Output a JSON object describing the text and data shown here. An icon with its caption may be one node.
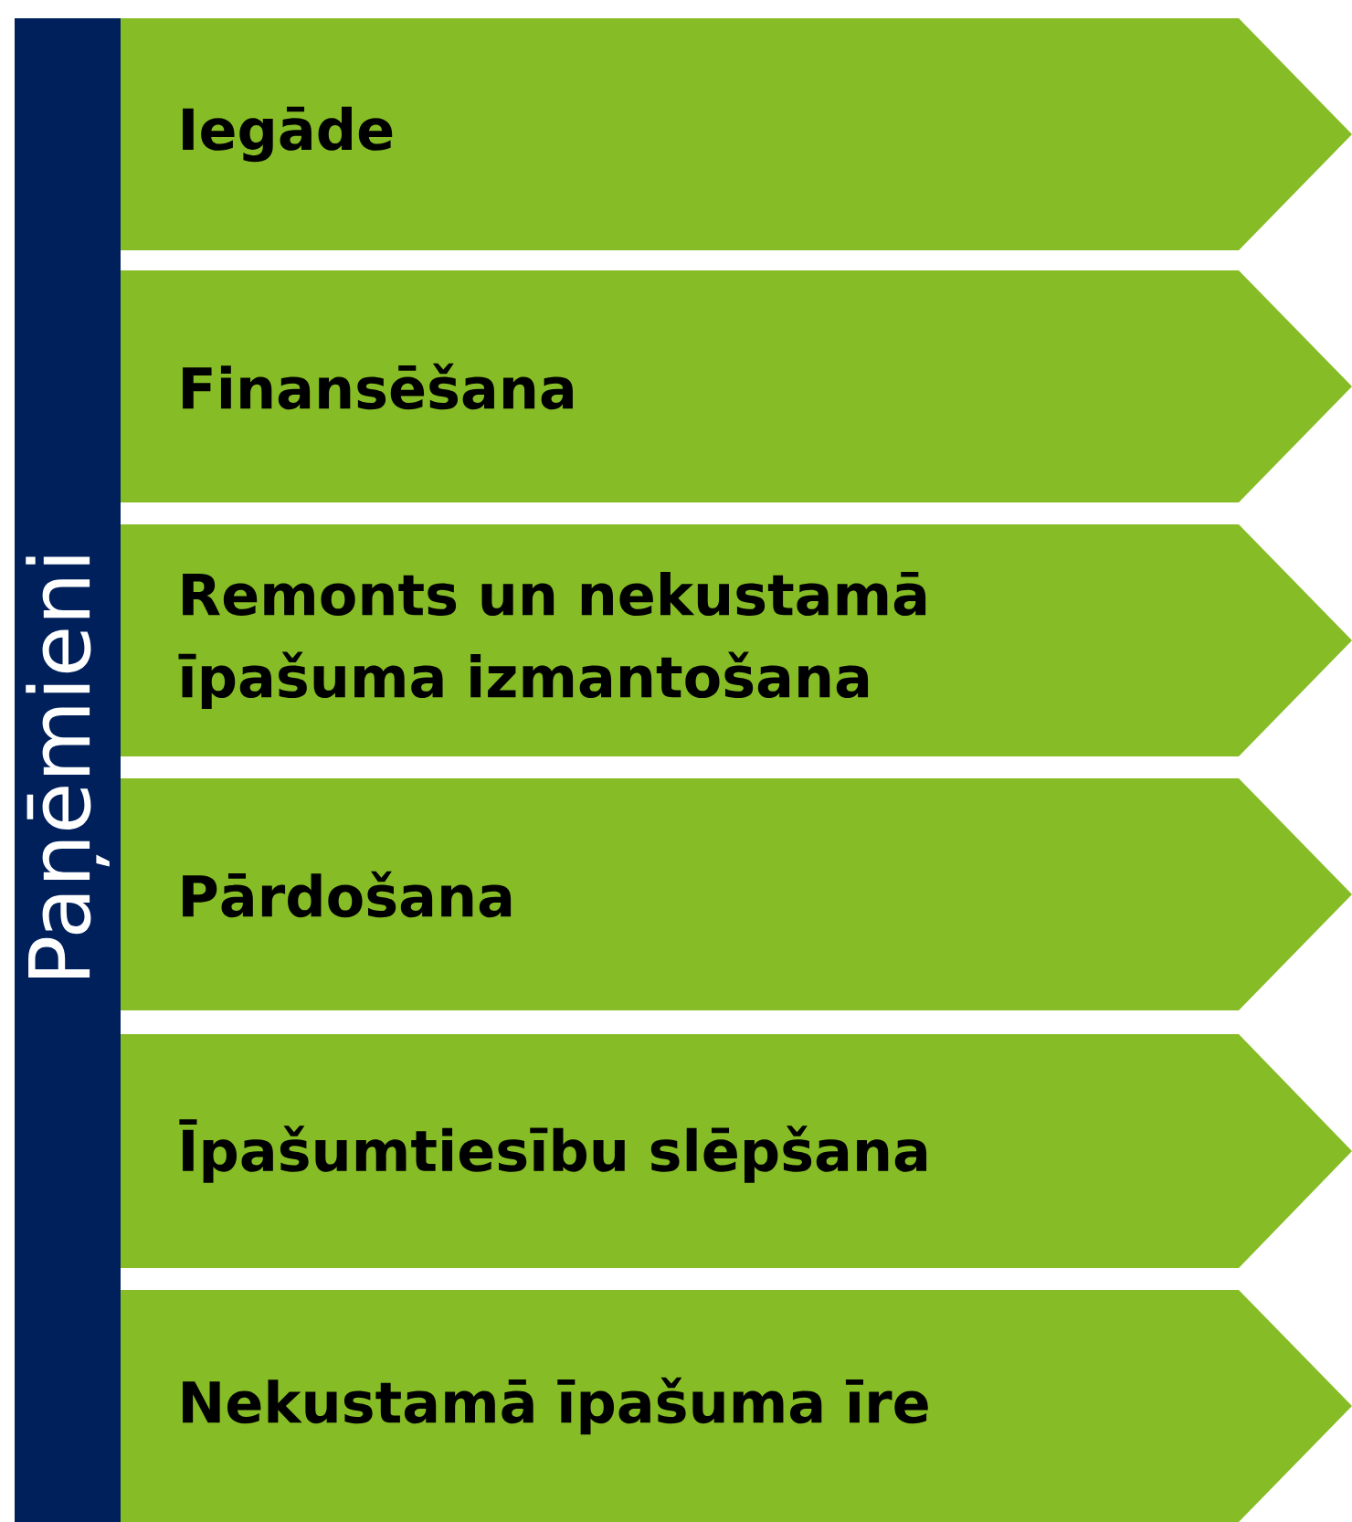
{
  "diagram": {
    "nodes": [
      {
        "text": [
          "Paņēmieni"
        ]
      },
      {
        "text": [
          "Iegāde"
        ]
      },
      {
        "text": [
          "Finansēšana"
        ]
      },
      {
        "text": [
          "Remonts un nekustamā īpašuma izmantošana"
        ]
      },
      {
        "text": [
          "Pārdošana"
        ]
      },
      {
        "text": [
          "Īpašumtiesību slēpšana"
        ]
      },
      {
        "text": [
          "Nekustamā īpašuma īre"
        ]
      }
    ]
  }
}
